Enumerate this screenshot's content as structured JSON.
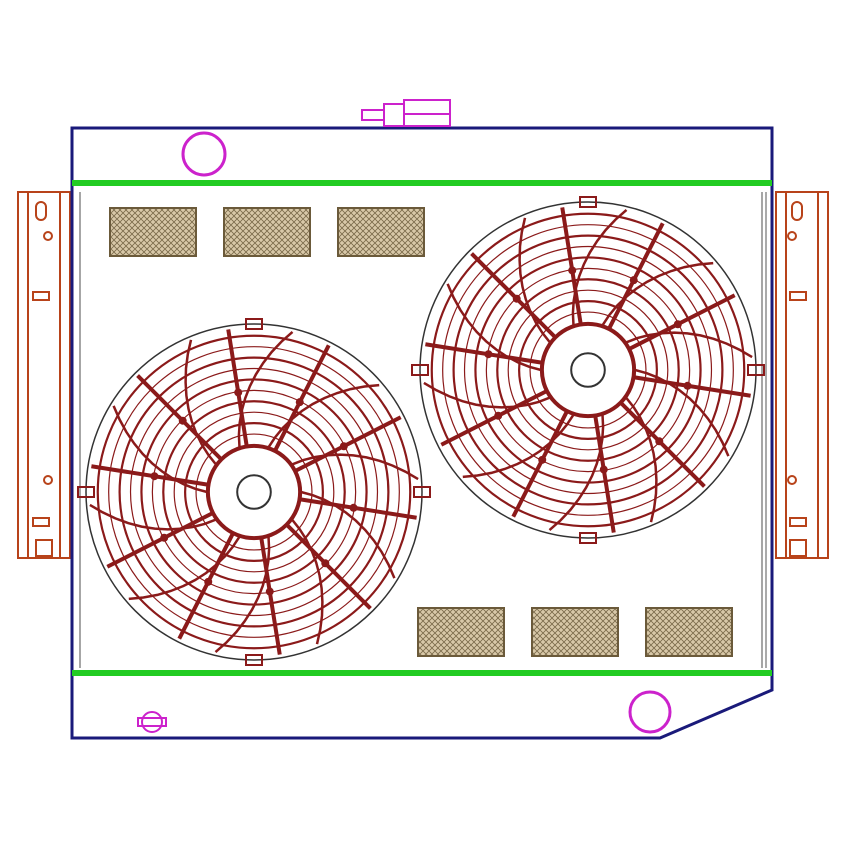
{
  "colors": {
    "background": "#ffffff",
    "frame": "#1a1a7a",
    "tank_band": "#22cc22",
    "bracket": "#b8431a",
    "fan": "#8b1a1a",
    "fitting": "#cc22cc",
    "vent_fill": "#c8b89a",
    "vent_stroke": "#6b5a3a",
    "core_line": "#888888"
  },
  "diagram": {
    "subject": "radiator-with-dual-electric-fans",
    "components": [
      {
        "name": "upper-tank",
        "icon": "tank-icon"
      },
      {
        "name": "lower-tank",
        "icon": "tank-icon"
      },
      {
        "name": "radiator-cap",
        "icon": "cap-icon"
      },
      {
        "name": "inlet-port",
        "icon": "circle-port-icon"
      },
      {
        "name": "outlet-port",
        "icon": "circle-port-icon"
      },
      {
        "name": "drain-petcock",
        "icon": "petcock-icon"
      },
      {
        "name": "left-mounting-bracket",
        "icon": "bracket-icon"
      },
      {
        "name": "right-mounting-bracket",
        "icon": "bracket-icon"
      },
      {
        "name": "fan-left",
        "icon": "fan-icon"
      },
      {
        "name": "fan-right",
        "icon": "fan-icon"
      },
      {
        "name": "shroud-vents-upper",
        "count": 3
      },
      {
        "name": "shroud-vents-lower",
        "count": 3
      }
    ],
    "fans": [
      {
        "name": "fan-left",
        "blades": 10
      },
      {
        "name": "fan-right",
        "blades": 10
      }
    ]
  }
}
